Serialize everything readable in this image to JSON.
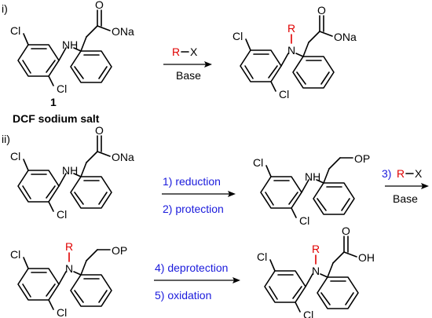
{
  "sections": {
    "i": "i)",
    "ii": "ii)"
  },
  "atoms": {
    "cl": "Cl",
    "nh": "NH",
    "n": "N",
    "o": "O",
    "ona": "ONa",
    "op": "OP",
    "oh": "OH",
    "r": "R"
  },
  "compound": {
    "number": "1",
    "name": "DCF sodium salt"
  },
  "scheme_i": {
    "reagent_r": "R",
    "reagent_x": "X",
    "condition": "Base"
  },
  "scheme_ii": {
    "step1": "1) reduction",
    "step2": "2) protection",
    "step3_num": "3)",
    "step3_r": "R",
    "step3_x": "X",
    "step3_condition": "Base",
    "step4": "4) deprotection",
    "step5": "5) oxidation"
  }
}
